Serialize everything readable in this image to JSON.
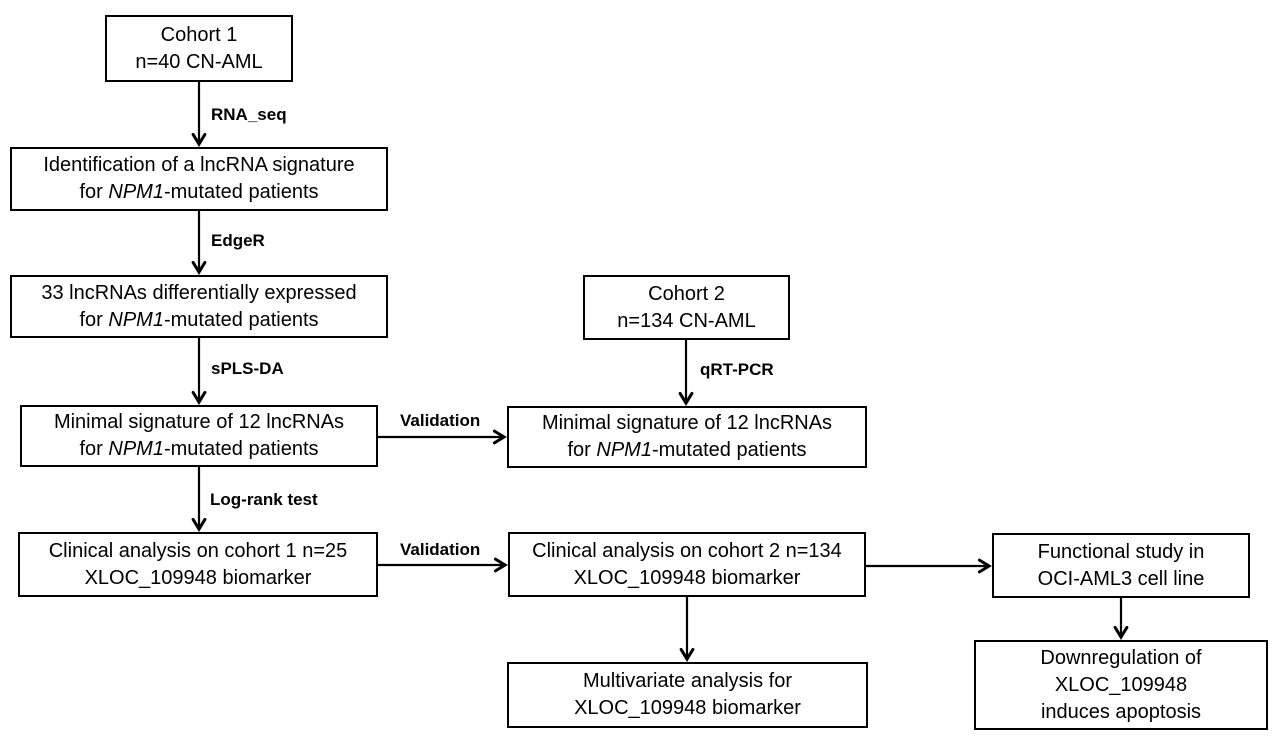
{
  "diagram": {
    "type": "flowchart",
    "colors": {
      "background": "#ffffff",
      "box_border": "#000000",
      "box_fill": "#ffffff",
      "text": "#000000",
      "arrow": "#000000"
    },
    "boxes": {
      "cohort1": {
        "lines": [
          [
            {
              "t": "Cohort 1"
            }
          ],
          [
            {
              "t": "n=40 CN-AML"
            }
          ]
        ]
      },
      "identification": {
        "lines": [
          [
            {
              "t": "Identification of a lncRNA signature"
            }
          ],
          [
            {
              "t": "for "
            },
            {
              "t": "NPM1",
              "i": true
            },
            {
              "t": "-mutated patients"
            }
          ]
        ]
      },
      "lncrnas33": {
        "lines": [
          [
            {
              "t": "33 lncRNAs differentially expressed"
            }
          ],
          [
            {
              "t": "for "
            },
            {
              "t": "NPM1",
              "i": true
            },
            {
              "t": "-mutated patients"
            }
          ]
        ]
      },
      "minimal_left": {
        "lines": [
          [
            {
              "t": "Minimal signature of 12 lncRNAs"
            }
          ],
          [
            {
              "t": "for "
            },
            {
              "t": "NPM1",
              "i": true
            },
            {
              "t": "-mutated patients"
            }
          ]
        ]
      },
      "cohort2": {
        "lines": [
          [
            {
              "t": "Cohort 2"
            }
          ],
          [
            {
              "t": "n=134 CN-AML"
            }
          ]
        ]
      },
      "minimal_right": {
        "lines": [
          [
            {
              "t": "Minimal signature of 12 lncRNAs"
            }
          ],
          [
            {
              "t": "for "
            },
            {
              "t": "NPM1",
              "i": true
            },
            {
              "t": "-mutated patients"
            }
          ]
        ]
      },
      "clinical1": {
        "lines": [
          [
            {
              "t": "Clinical analysis on cohort 1 n=25"
            }
          ],
          [
            {
              "t": "XLOC_109948 biomarker"
            }
          ]
        ]
      },
      "clinical2": {
        "lines": [
          [
            {
              "t": "Clinical analysis on cohort 2 n=134"
            }
          ],
          [
            {
              "t": "XLOC_109948 biomarker"
            }
          ]
        ]
      },
      "functional": {
        "lines": [
          [
            {
              "t": "Functional study in"
            }
          ],
          [
            {
              "t": "OCI-AML3 cell line"
            }
          ]
        ]
      },
      "multivariate": {
        "lines": [
          [
            {
              "t": "Multivariate analysis for"
            }
          ],
          [
            {
              "t": "XLOC_109948 biomarker"
            }
          ]
        ]
      },
      "downregulation": {
        "lines": [
          [
            {
              "t": "Downregulation of"
            }
          ],
          [
            {
              "t": "XLOC_109948"
            }
          ],
          [
            {
              "t": "induces apoptosis"
            }
          ]
        ]
      }
    },
    "labels": {
      "rna_seq": "RNA_seq",
      "edger": "EdgeR",
      "spls_da": "sPLS-DA",
      "qrt_pcr": "qRT-PCR",
      "validation_left": "Validation",
      "log_rank": "Log-rank test",
      "validation_bottom": "Validation"
    },
    "edges": [
      {
        "from": "cohort1",
        "to": "identification",
        "label": "RNA_seq"
      },
      {
        "from": "identification",
        "to": "lncrnas33",
        "label": "EdgeR"
      },
      {
        "from": "lncrnas33",
        "to": "minimal_left",
        "label": "sPLS-DA"
      },
      {
        "from": "cohort2",
        "to": "minimal_right",
        "label": "qRT-PCR"
      },
      {
        "from": "minimal_left",
        "to": "minimal_right",
        "label": "Validation"
      },
      {
        "from": "minimal_left",
        "to": "clinical1",
        "label": "Log-rank test"
      },
      {
        "from": "clinical1",
        "to": "clinical2",
        "label": "Validation"
      },
      {
        "from": "clinical2",
        "to": "functional",
        "label": ""
      },
      {
        "from": "clinical2",
        "to": "multivariate",
        "label": ""
      },
      {
        "from": "functional",
        "to": "downregulation",
        "label": ""
      }
    ]
  }
}
